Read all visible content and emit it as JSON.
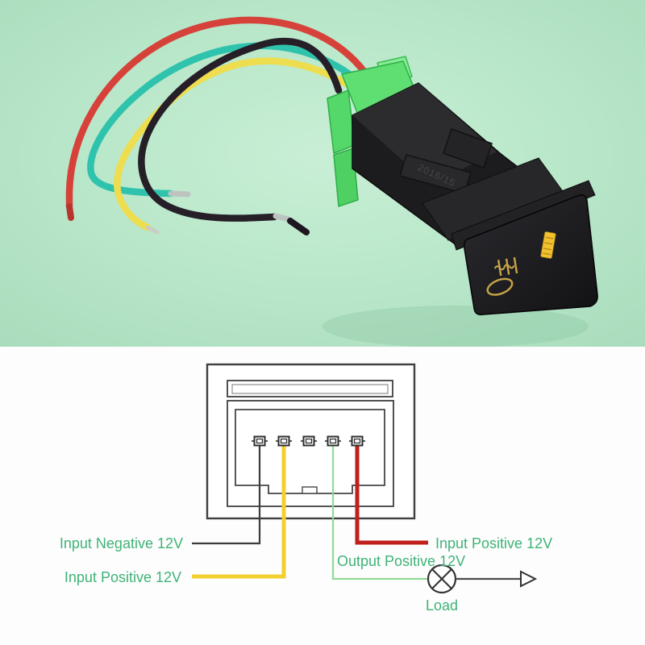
{
  "photo": {
    "background_color": "#b7e6c8",
    "switch_marking": "2016/15",
    "connector_color": "#5fdf72",
    "wires": [
      {
        "name": "red",
        "color": "#d6423a"
      },
      {
        "name": "teal",
        "color": "#2fc3ad"
      },
      {
        "name": "yellow",
        "color": "#eedd4e"
      },
      {
        "name": "black",
        "color": "#261f28"
      }
    ],
    "face_icons": [
      {
        "name": "fog-light-icon",
        "color": "#c8a546"
      },
      {
        "name": "led-indicator",
        "color": "#f2c12e"
      }
    ]
  },
  "diagram": {
    "pin_count": 5,
    "label_color": "#3fb377",
    "line_colors": {
      "input_negative": "#3c3c3c",
      "input_positive_left": "#f1d02f",
      "output_positive": "#92d996",
      "input_positive_right": "#c01f1c"
    },
    "labels": {
      "input_negative": "Input Negative 12V",
      "input_positive_left": "Input Positive 12V",
      "input_positive_right": "Input Positive 12V",
      "output_positive": "Output Positive 12V",
      "load": "Load"
    }
  }
}
